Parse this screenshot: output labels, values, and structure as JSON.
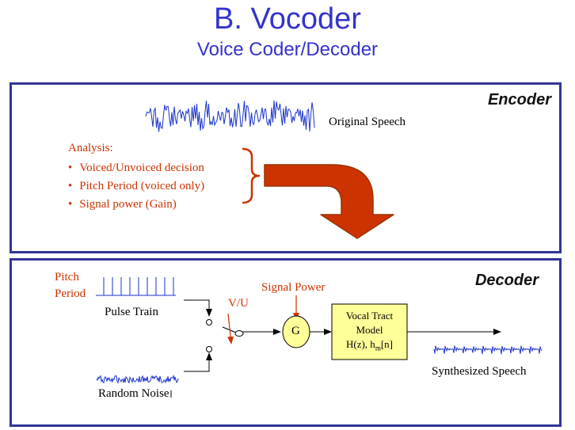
{
  "header": {
    "title": "B. Vocoder",
    "subtitle": "Voice Coder/Decoder"
  },
  "encoder": {
    "title": "Encoder",
    "waveform_label": "Original Speech",
    "analysis_heading": "Analysis:",
    "analysis_items": [
      "Voiced/Unvoiced decision",
      "Pitch Period (voiced only)",
      "Signal power (Gain)"
    ]
  },
  "decoder": {
    "title": "Decoder",
    "pitch_label_line1": "Pitch",
    "pitch_label_line2": "Period",
    "pulse_train_label": "Pulse Train",
    "switch_label": "V/U",
    "signal_power_label": "Signal Power",
    "gain_label": "G",
    "vocal_tract_line1": "Vocal Tract",
    "vocal_tract_line2": "Model",
    "vocal_tract_func": "H(z), h",
    "vocal_tract_sub": "m",
    "vocal_tract_arg": "[n]",
    "random_noise_label": "Random Noise",
    "output_label": "Synthesized Speech"
  },
  "colors": {
    "title": "#3333cc",
    "panel_border": "#333399",
    "analysis_text": "#cc3300",
    "arrow_fill": "#cc3300",
    "waveform": "#1a33cc",
    "vocal_tract_fill": "#ffff99",
    "gain_fill": "#ffff99"
  }
}
